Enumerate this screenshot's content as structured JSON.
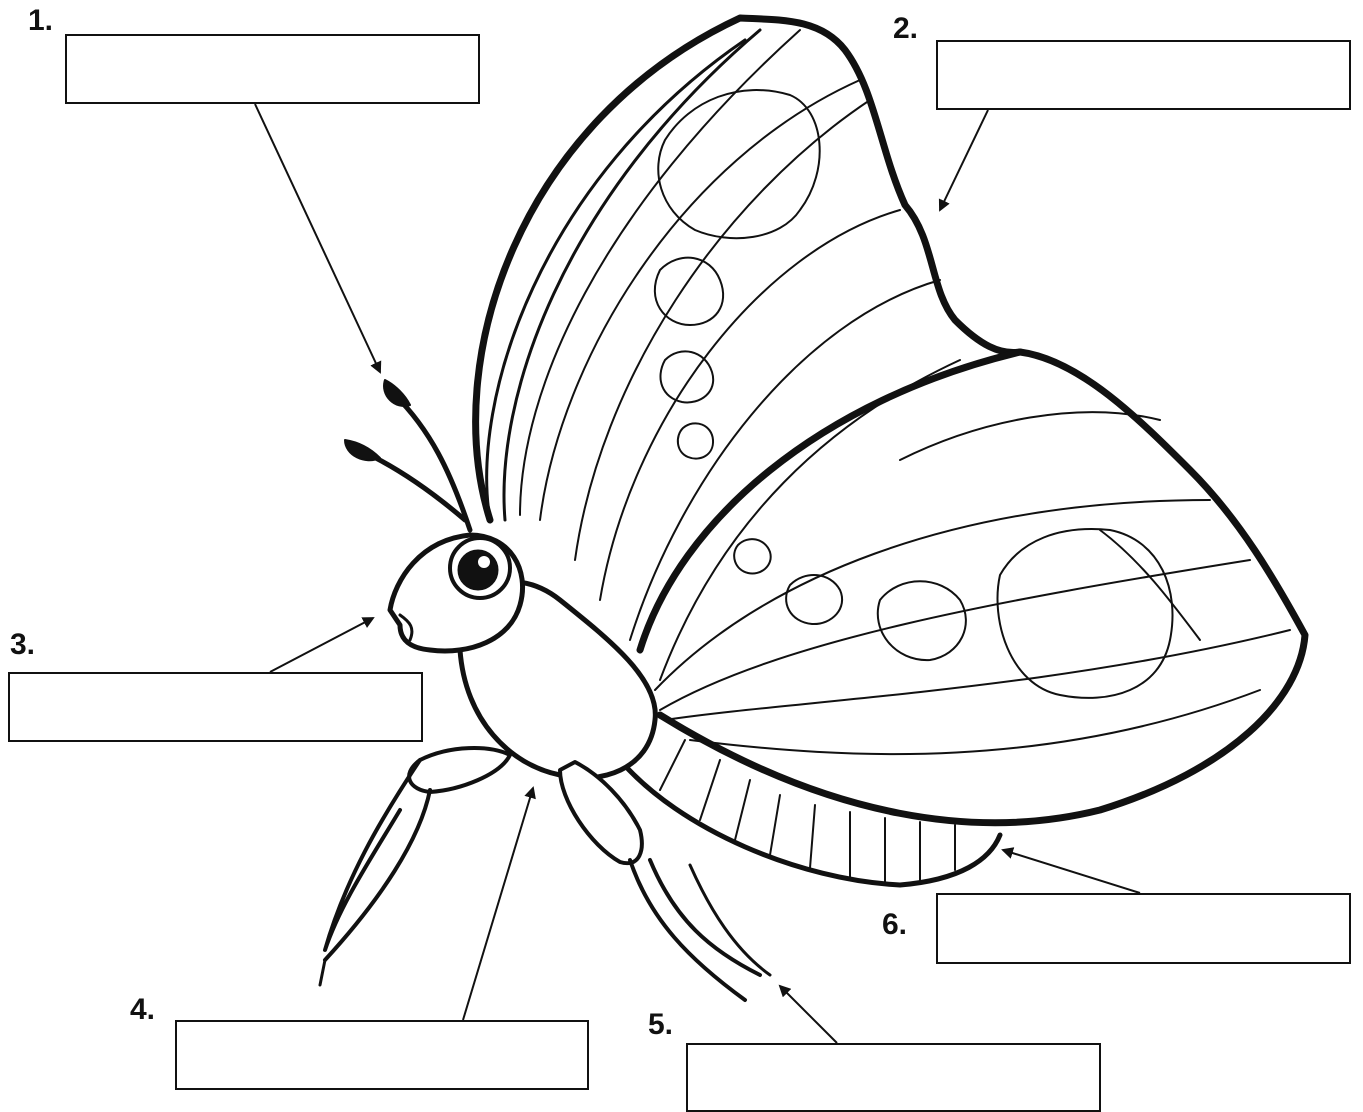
{
  "labels": [
    {
      "number": "1.",
      "answer": ""
    },
    {
      "number": "2.",
      "answer": ""
    },
    {
      "number": "3.",
      "answer": ""
    },
    {
      "number": "4.",
      "answer": ""
    },
    {
      "number": "5.",
      "answer": ""
    },
    {
      "number": "6.",
      "answer": ""
    }
  ],
  "colors": {
    "ink": "#111111",
    "background": "#ffffff"
  },
  "illustration": "butterfly-drawing"
}
